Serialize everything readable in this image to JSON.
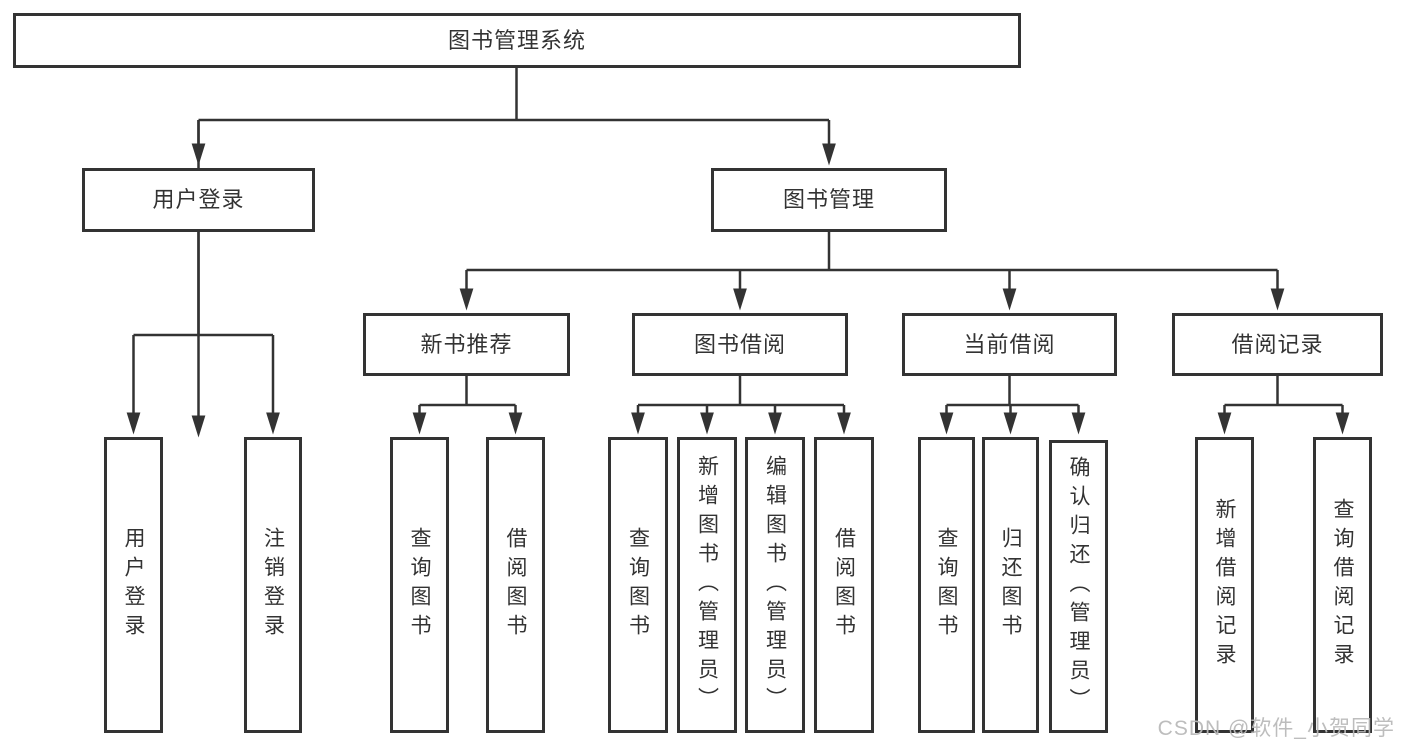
{
  "tree": {
    "root": {
      "label": "图书管理系统"
    },
    "branches": [
      {
        "label": "用户登录",
        "children": [
          {
            "label": "用户登录"
          },
          {
            "label": "注销登录"
          }
        ]
      },
      {
        "label": "图书管理",
        "children": [
          {
            "label": "新书推荐",
            "children": [
              {
                "label": "查询图书"
              },
              {
                "label": "借阅图书"
              }
            ]
          },
          {
            "label": "图书借阅",
            "children": [
              {
                "label": "查询图书"
              },
              {
                "label": "新增图书（管理员）"
              },
              {
                "label": "编辑图书（管理员）"
              },
              {
                "label": "借阅图书"
              }
            ]
          },
          {
            "label": "当前借阅",
            "children": [
              {
                "label": "查询图书"
              },
              {
                "label": "归还图书"
              },
              {
                "label": "确认归还（管理员）"
              }
            ]
          },
          {
            "label": "借阅记录",
            "children": [
              {
                "label": "新增借阅记录"
              },
              {
                "label": "查询借阅记录"
              }
            ]
          }
        ]
      }
    ]
  },
  "watermark": {
    "text": "CSDN @软件_小贺同学"
  },
  "colors": {
    "line": "#333333",
    "box_border": "#333333",
    "text": "#333333",
    "background": "#ffffff",
    "watermark": "#b9b9b9"
  }
}
